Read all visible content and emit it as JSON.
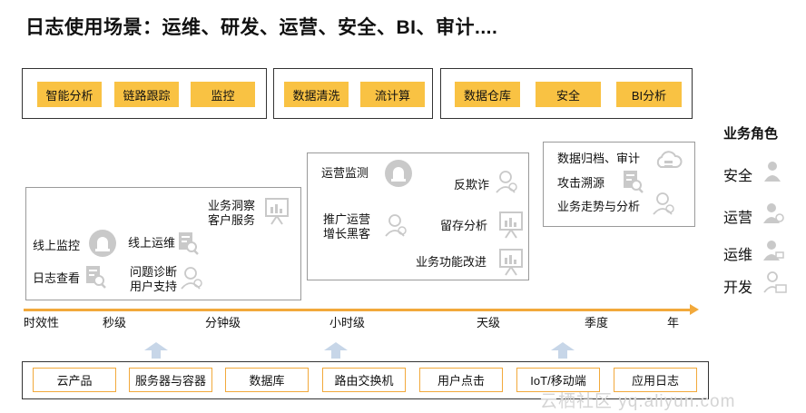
{
  "title": "日志使用场景：运维、研发、运营、安全、BI、审计....",
  "top_groups": [
    [
      "智能分析",
      "链路跟踪",
      "监控"
    ],
    [
      "数据清洗",
      "流计算"
    ],
    [
      "数据仓库",
      "安全",
      "BI分析"
    ]
  ],
  "panel_second": {
    "biz_insight": "业务洞察",
    "customer_service": "客户服务",
    "online_monitor": "线上监控",
    "online_ops": "线上运维",
    "log_view": "日志查看",
    "diagnosis": "问题诊断",
    "user_support": "用户支持"
  },
  "panel_hour": {
    "ops_monitor": "运营监测",
    "anti_fraud": "反欺诈",
    "promo_ops": "推广运营",
    "growth_hacker": "增长黑客",
    "retention": "留存分析",
    "feature_improve": "业务功能改进"
  },
  "panel_season": {
    "archive": "数据归档、审计",
    "attack_trace": "攻击溯源",
    "biz_trend": "业务走势与分析"
  },
  "timeline": [
    "时效性",
    "秒级",
    "分钟级",
    "小时级",
    "天级",
    "季度",
    "年"
  ],
  "sources": [
    "云产品",
    "服务器与容器",
    "数据库",
    "路由交换机",
    "用户点击",
    "IoT/移动端",
    "应用日志"
  ],
  "roles": {
    "title": "业务角色",
    "items": [
      "安全",
      "运营",
      "运维",
      "开发"
    ]
  },
  "watermark": "云栖社区 yq.aliyun.com",
  "colors": {
    "accent": "#F9C243",
    "timeline": "#F2A93B",
    "icon": "#c9c9c9",
    "arrow": "#c7d6e8"
  }
}
